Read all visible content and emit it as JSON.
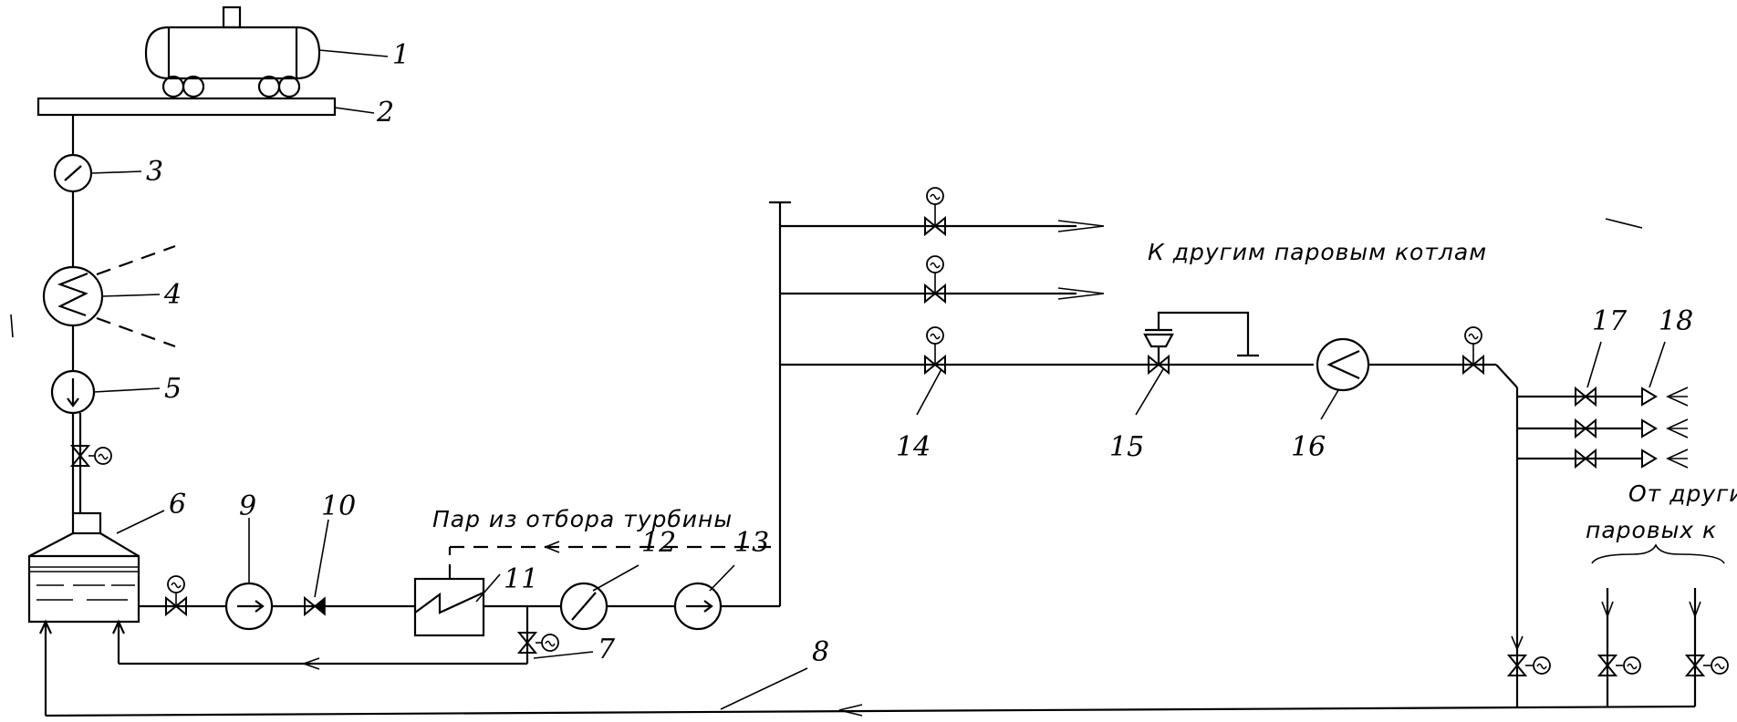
{
  "labels": {
    "n1": "1",
    "n2": "2",
    "n3": "3",
    "n4": "4",
    "n5": "5",
    "n6": "6",
    "n7": "7",
    "n8": "8",
    "n9": "9",
    "n10": "10",
    "n11": "11",
    "n12": "12",
    "n13": "13",
    "n14": "14",
    "n15": "15",
    "n16": "16",
    "n17": "17",
    "n18": "18"
  },
  "captions": {
    "to_other_boilers": "К другим паровым котлам",
    "turbine_steam": "Пар из отбора турбины",
    "from_other_line1": "От других",
    "from_other_line2": "паровых к"
  }
}
